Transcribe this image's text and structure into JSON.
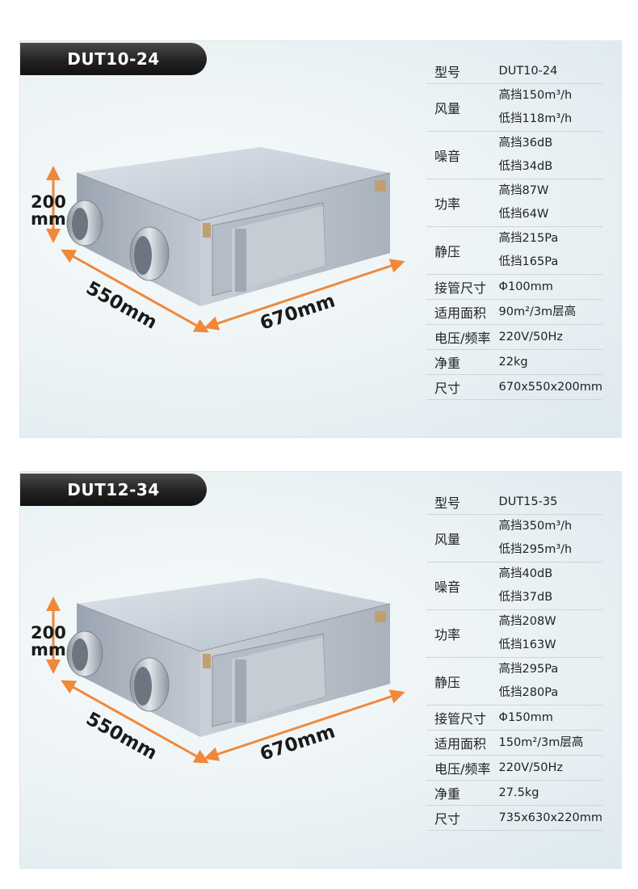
{
  "cards": [
    {
      "model_tag": "DUT10-24",
      "dims": {
        "height": "200",
        "height_unit": "mm",
        "depth": "550mm",
        "width": "670mm"
      },
      "specs": {
        "model": {
          "label": "型号",
          "value": "DUT10-24"
        },
        "airflow": {
          "label": "风量",
          "high": "高挡150m³/h",
          "low": "低挡118m³/h"
        },
        "noise": {
          "label": "噪音",
          "high": "高挡36dB",
          "low": "低挡34dB"
        },
        "power": {
          "label": "功率",
          "high": "高挡87W",
          "low": "低挡64W"
        },
        "pressure": {
          "label": "静压",
          "high": "高挡215Pa",
          "low": "低挡165Pa"
        },
        "pipe": {
          "label": "接管尺寸",
          "value": "Φ100mm"
        },
        "area": {
          "label": "适用面积",
          "value": "90m²/3m层高"
        },
        "voltage": {
          "label": "电压/频率",
          "value": "220V/50Hz"
        },
        "weight": {
          "label": "净重",
          "value": "22kg"
        },
        "size": {
          "label": "尺寸",
          "value": "670x550x200mm"
        }
      }
    },
    {
      "model_tag": "DUT12-34",
      "dims": {
        "height": "200",
        "height_unit": "mm",
        "depth": "550mm",
        "width": "670mm"
      },
      "specs": {
        "model": {
          "label": "型号",
          "value": "DUT15-35"
        },
        "airflow": {
          "label": "风量",
          "high": "高挡350m³/h",
          "low": "低挡295m³/h"
        },
        "noise": {
          "label": "噪音",
          "high": "高挡40dB",
          "low": "低挡37dB"
        },
        "power": {
          "label": "功率",
          "high": "高挡208W",
          "low": "低挡163W"
        },
        "pressure": {
          "label": "静压",
          "high": "高挡295Pa",
          "low": "低挡280Pa"
        },
        "pipe": {
          "label": "接管尺寸",
          "value": "Φ150mm"
        },
        "area": {
          "label": "适用面积",
          "value": "150m²/3m层高"
        },
        "voltage": {
          "label": "电压/频率",
          "value": "220V/50Hz"
        },
        "weight": {
          "label": "净重",
          "value": "27.5kg"
        },
        "size": {
          "label": "尺寸",
          "value": "735x630x220mm"
        }
      }
    }
  ],
  "colors": {
    "accent_arrow": "#f0883a",
    "tag_bg": "#1e1e1e",
    "divider": "#cfd4d8"
  },
  "icons": [
    "ventilation-unit-image",
    "dimension-arrow-icon"
  ]
}
